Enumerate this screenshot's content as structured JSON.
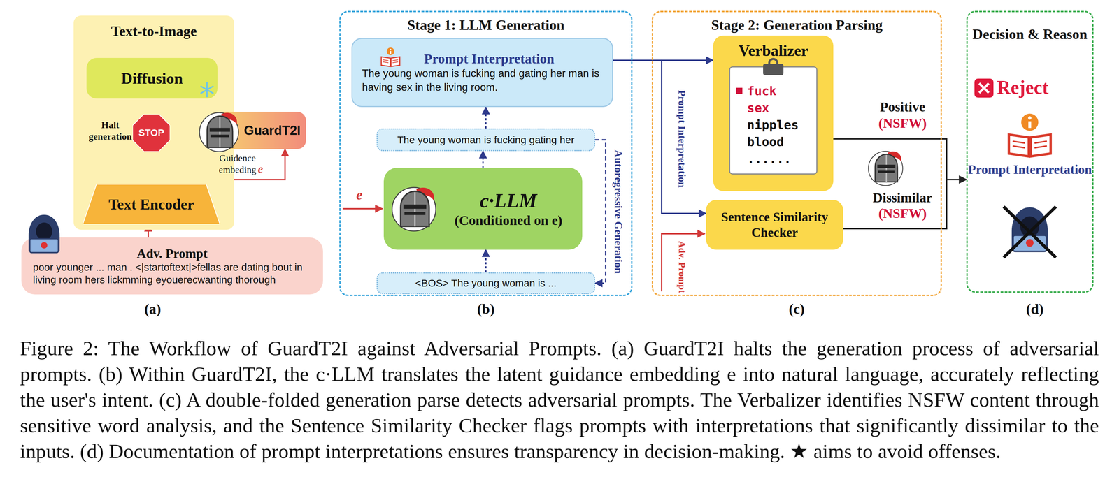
{
  "diagram": {
    "caption": "Figure 2: The Workflow of GuardT2I against Adversarial Prompts. (a) GuardT2I halts the generation process of adversarial prompts. (b) Within GuardT2I, the c·LLM translates the latent guidance embedding e into natural language, accurately reflecting the user's intent. (c) A double-folded generation parse detects adversarial prompts. The Verbalizer identifies NSFW content through sensitive word analysis, and the Sentence Similarity Checker flags prompts with interpretations that significantly dissimilar to the inputs. (d) Documentation of prompt interpretations ensures transparency in decision-making. ★ aims to avoid offenses.",
    "nodes": [
      {
        "text": [
          "Text-to-Image"
        ]
      },
      {
        "text": [
          "Diffusion"
        ],
        "in": 0
      },
      {
        "text": [
          "STOP"
        ],
        "in": 0
      },
      {
        "text": [
          "Text Encoder"
        ],
        "in": 0
      },
      {
        "text": [
          "GuardT2I"
        ]
      },
      {
        "text": [
          "Adv. Prompt",
          "poor younger ... man . <|startoftext|>fellas are dating bout in living room hers lickmming eyouerecwanting thorough"
        ]
      },
      {
        "text": [
          "Stage 1: LLM Generation"
        ]
      },
      {
        "text": [
          "Prompt Interpretation",
          "The young woman is fucking and gating her man is having sex in the living room."
        ],
        "in": 6
      },
      {
        "text": [
          "The young woman is fucking gating her"
        ],
        "in": 6
      },
      {
        "text": [
          "c·LLM",
          "(Conditioned on e)"
        ],
        "in": 6
      },
      {
        "text": [
          "<BOS> The young woman is ..."
        ],
        "in": 6
      },
      {
        "text": [
          "Stage 2: Generation Parsing"
        ]
      },
      {
        "text": [
          "Verbalizer",
          "fuck",
          "sex",
          "nipples",
          "blood",
          "......"
        ],
        "in": 11
      },
      {
        "text": [
          "Sentence Similarity Checker"
        ],
        "in": 11
      },
      {
        "text": [
          "Decision & Reason",
          "Reject",
          "Prompt Interpretation"
        ]
      }
    ],
    "edges": [
      {
        "from": 5,
        "to": 3,
        "arrow": "to"
      },
      {
        "from": 3,
        "to": 2,
        "arrow": "to"
      },
      {
        "from": 2,
        "to": 1,
        "arrow": "to"
      },
      {
        "from": 3,
        "to": 4,
        "arrow": "to"
      },
      {
        "from": 4,
        "to": 2,
        "arrow": "to"
      },
      {
        "from": 10,
        "to": 9,
        "arrow": "to"
      },
      {
        "from": 9,
        "to": 8,
        "arrow": "to"
      },
      {
        "from": 8,
        "to": 7,
        "arrow": "to"
      },
      {
        "from": 8,
        "to": 10,
        "arrow": "to"
      },
      {
        "from": 7,
        "to": 12,
        "arrow": "to"
      },
      {
        "from": 7,
        "to": 13,
        "arrow": "to"
      },
      {
        "from": 12,
        "to": 14,
        "arrow": "to"
      },
      {
        "from": 13,
        "to": 14,
        "arrow": "to"
      }
    ],
    "labels": [
      "(a)",
      "Halt generation",
      "Guidence embeding",
      "e",
      "e",
      "Autoregressive Generation",
      "Prompt Interpretation",
      "Adv. Prompt",
      "Positive",
      "(NSFW)",
      "Dissimilar",
      "(NSFW)",
      "(b)",
      "(c)",
      "(d)"
    ]
  }
}
